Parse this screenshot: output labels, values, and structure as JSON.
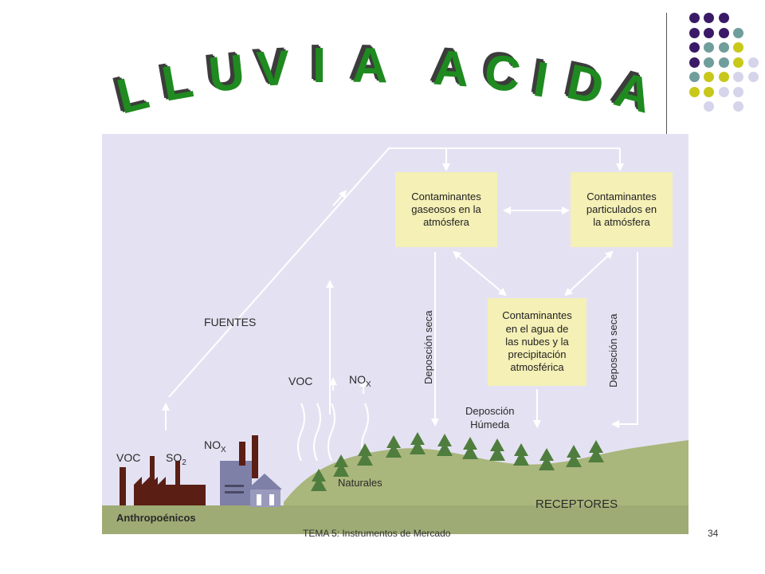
{
  "title": {
    "letters": [
      "L",
      "L",
      "U",
      "V",
      "I",
      "A",
      "A",
      "C",
      "I",
      "D",
      "A"
    ]
  },
  "diagram": {
    "box_gaseosos": "Contaminantes\ngaseosos en la\natmósfera",
    "box_particulados": "Contaminantes\nparticulados en\nla atmósfera",
    "box_nubes": "Contaminantes\nen el agua de\nlas nubes y la\nprecipitación\natmosférica",
    "label_fuentes": "FUENTES",
    "label_voc_1": "VOC",
    "label_so2": "SO",
    "label_so2_sub": "2",
    "label_nox_1": "NO",
    "label_nox_1_sub": "X",
    "label_voc_2": "VOC",
    "label_nox_2": "NO",
    "label_nox_2_sub": "X",
    "label_depos_seca_1": "Deposción seca",
    "label_depos_seca_2": "Deposción seca",
    "label_depos_humeda": "Deposción\nHúmeda",
    "label_naturales": "Naturales",
    "label_receptores": "RECEPTORES",
    "label_antropogenicos": "Anthropoénicos"
  },
  "footer": {
    "text": "TEMA 5: Instrumentos de Mercado",
    "page": "34"
  },
  "colors": {
    "purple": "#3a1a66",
    "teal": "#6f9e9c",
    "yellow": "#c8c81a",
    "lavender": "#d6d4ea",
    "title_green": "#1f8a1f"
  }
}
